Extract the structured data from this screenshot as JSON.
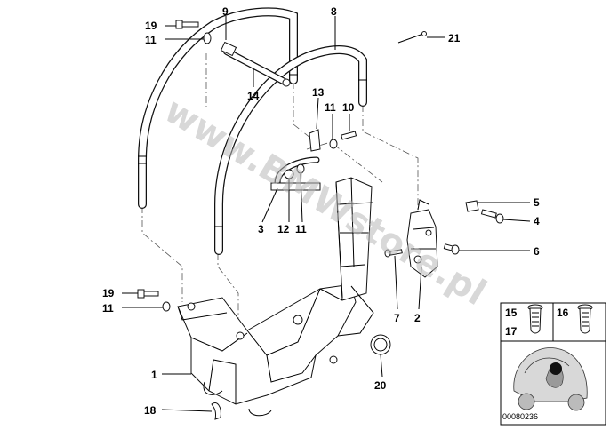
{
  "watermark": "www.BMWstore.pl",
  "callouts": {
    "c1": "1",
    "c2": "2",
    "c3": "3",
    "c4": "4",
    "c5": "5",
    "c6": "6",
    "c7": "7",
    "c8": "8",
    "c9": "9",
    "c10": "10",
    "c11a": "11",
    "c11b": "11",
    "c11c": "11",
    "c11d": "11",
    "c12": "12",
    "c13": "13",
    "c14": "14",
    "c15": "15",
    "c16": "16",
    "c17": "17",
    "c18": "18",
    "c19a": "19",
    "c19b": "19",
    "c20": "20",
    "c21": "21"
  },
  "catalog_number": "00080236"
}
